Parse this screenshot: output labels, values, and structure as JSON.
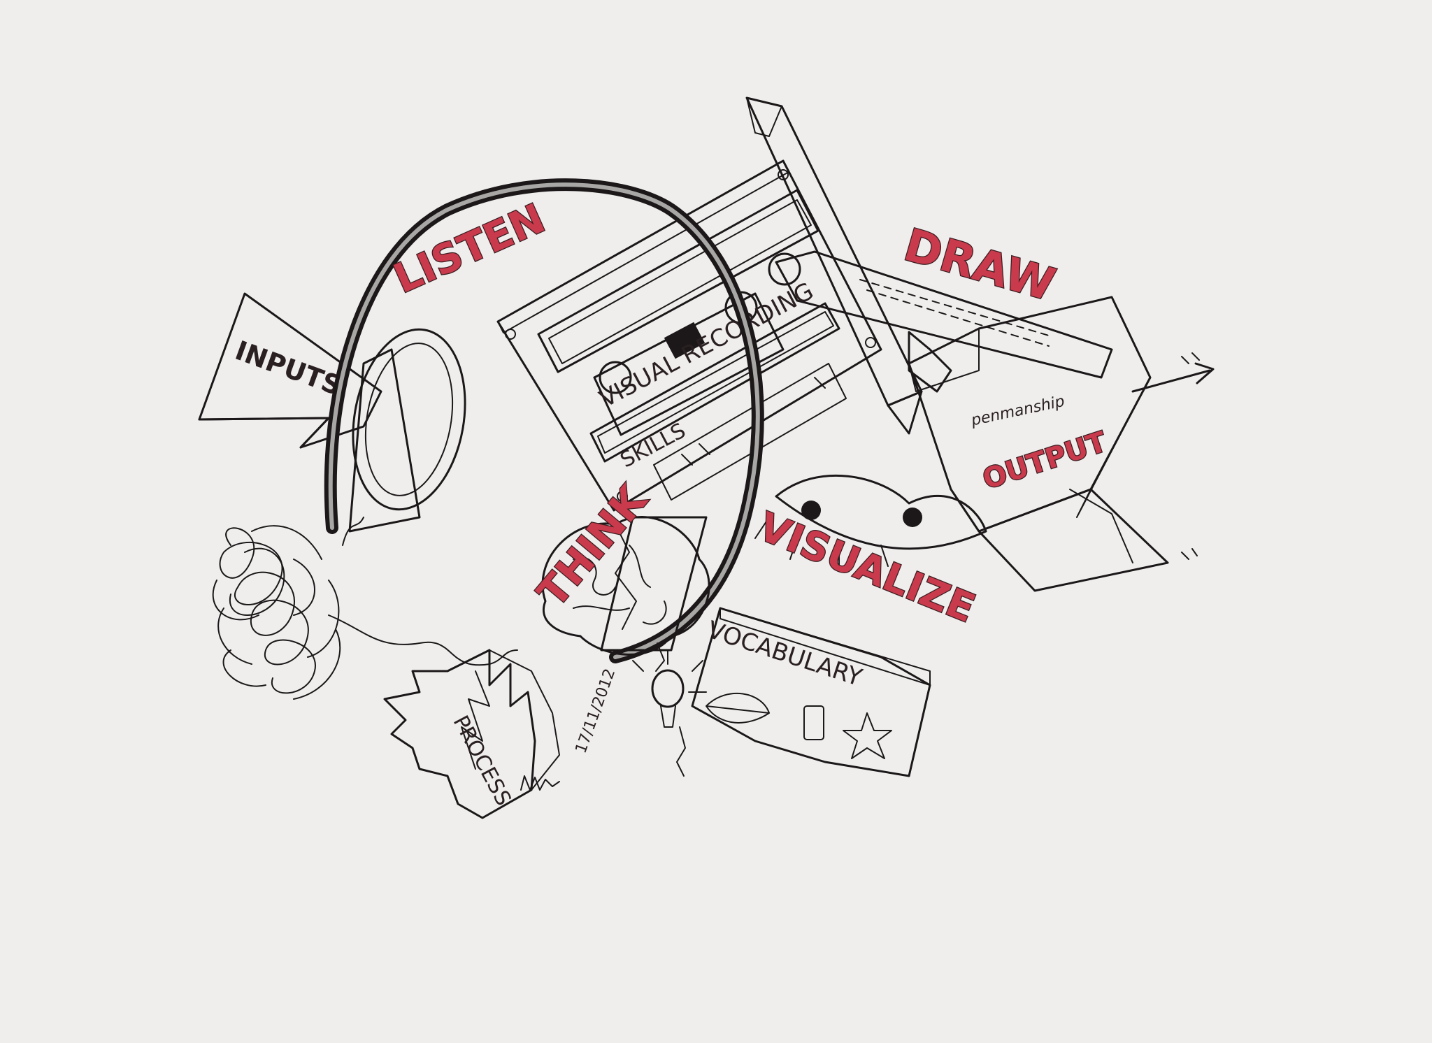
{
  "labels": {
    "listen": "LISTEN",
    "inputs": "INPUTS",
    "visual_recording": "VISUAL RECORDING",
    "skills": "SKILLS",
    "draw": "DRAW",
    "penmanship": "penmanship",
    "output": "OUTPUT",
    "think": "THINK",
    "visualize": "VISUALIZE",
    "vocabulary": "VOCABULARY",
    "process": "PROCESS",
    "date": "17/11/2012"
  },
  "colors": {
    "paper": "#efeeed",
    "ink": "#1c1819",
    "accent_red": "#c83a4c",
    "grey_shade": "#a9a7a6"
  },
  "icons": [
    "headphones-icon",
    "cassette-tape-icon",
    "brain-icon",
    "lightbulb-icon",
    "pencil-icon",
    "eye-icon",
    "phone-icon",
    "star-icon",
    "leaf-icon"
  ]
}
